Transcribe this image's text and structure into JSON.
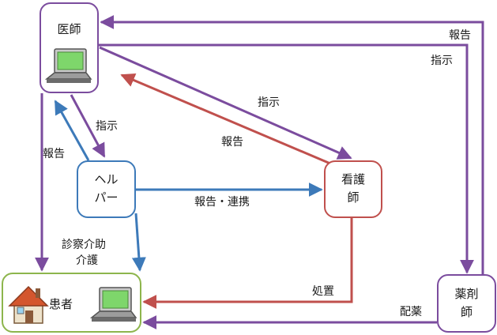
{
  "colors": {
    "purple": "#7b4c9e",
    "red": "#c0504d",
    "blue": "#3d7ab9",
    "green": "#8db54c",
    "node_purple": "#7b4c9e",
    "node_blue": "#3d7ab9",
    "node_red": "#c0504d"
  },
  "nodes": {
    "doctor": "医師",
    "helper_line1": "ヘル",
    "helper_line2": "パー",
    "nurse_line1": "看護",
    "nurse_line2": "師",
    "patient": "患者",
    "pharmacist_line1": "薬剤",
    "pharmacist_line2": "師"
  },
  "edges": {
    "pharmacist_to_doctor": "報告",
    "doctor_to_pharmacist": "指示",
    "doctor_to_nurse": "指示",
    "nurse_to_doctor": "報告",
    "doctor_to_helper": "指示",
    "helper_to_doctor": "報告",
    "helper_to_nurse": "報告・連携",
    "helper_to_patient_line1": "診察介助",
    "helper_to_patient_line2": "介護",
    "nurse_to_patient": "処置",
    "pharmacist_to_patient": "配薬"
  },
  "icons": [
    "laptop-icon",
    "house-icon"
  ]
}
